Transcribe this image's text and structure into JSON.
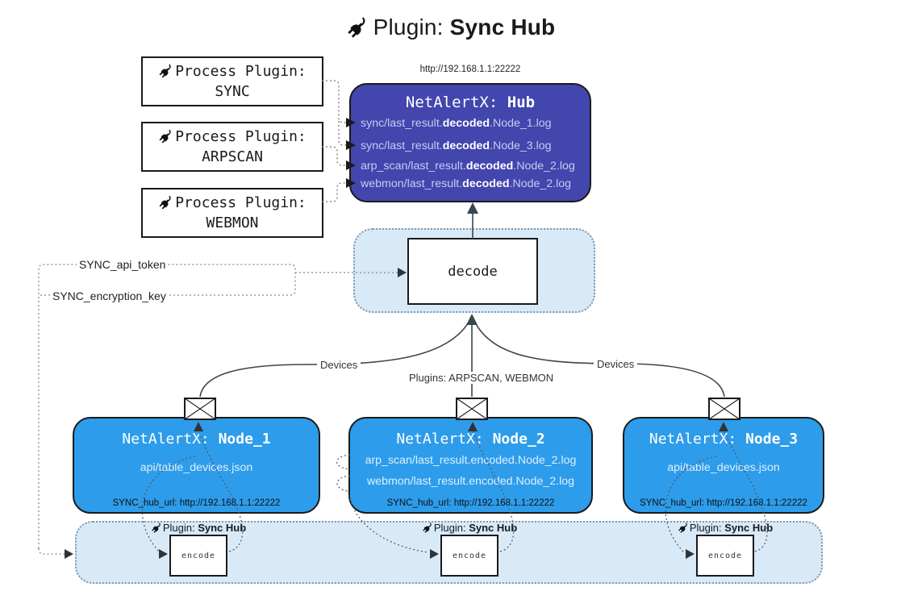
{
  "title": {
    "prefix": "Plugin: ",
    "bold": "Sync Hub"
  },
  "process_plugins": [
    {
      "line1": "Process Plugin:",
      "line2": "SYNC"
    },
    {
      "line1": "Process Plugin:",
      "line2": "ARPSCAN"
    },
    {
      "line1": "Process Plugin:",
      "line2": "WEBMON"
    }
  ],
  "hub": {
    "url": "http://192.168.1.1:22222",
    "title_prefix": "NetAlertX: ",
    "title_bold": "Hub",
    "logs": [
      {
        "pre": "sync/last_result.",
        "bold": "decoded",
        "post": ".Node_1.log"
      },
      {
        "pre": "sync/last_result.",
        "bold": "decoded",
        "post": ".Node_3.log"
      },
      {
        "pre": "arp_scan/last_result.",
        "bold": "decoded",
        "post": ".Node_2.log"
      },
      {
        "pre": "webmon/last_result.",
        "bold": "decoded",
        "post": ".Node_2.log"
      }
    ]
  },
  "decode": {
    "label": "decode"
  },
  "keys": {
    "api_token": "SYNC_api_token",
    "encryption_key": "SYNC_encryption_key"
  },
  "edge_labels": {
    "left": "Devices",
    "middle": "Plugins: ARPSCAN, WEBMON",
    "right": "Devices"
  },
  "nodes": [
    {
      "title_prefix": "NetAlertX: ",
      "title_bold": "Node_1",
      "files": [
        "api/table_devices.json"
      ],
      "footer": "SYNC_hub_url: http://192.168.1.1:22222"
    },
    {
      "title_prefix": "NetAlertX: ",
      "title_bold": "Node_2",
      "files": [
        "arp_scan/last_result.encoded.Node_2.log",
        "webmon/last_result.encoded.Node_2.log"
      ],
      "footer": "SYNC_hub_url: http://192.168.1.1:22222"
    },
    {
      "title_prefix": "NetAlertX: ",
      "title_bold": "Node_3",
      "files": [
        "api/table_devices.json"
      ],
      "footer": "SYNC_hub_url: http://192.168.1.1:22222"
    }
  ],
  "encoders": [
    {
      "label_prefix": "Plugin: ",
      "label_bold": "Sync Hub",
      "box_label": "encode"
    },
    {
      "label_prefix": "Plugin: ",
      "label_bold": "Sync Hub",
      "box_label": "encode"
    },
    {
      "label_prefix": "Plugin: ",
      "label_bold": "Sync Hub",
      "box_label": "encode"
    }
  ],
  "colors": {
    "hub_fill": "#4246ad",
    "node_fill": "#2d9ceb",
    "panel_fill": "#d8e9f8",
    "panel_border": "#7e99b0",
    "solid_line": "#37474f",
    "dotted_line": "#555555"
  }
}
